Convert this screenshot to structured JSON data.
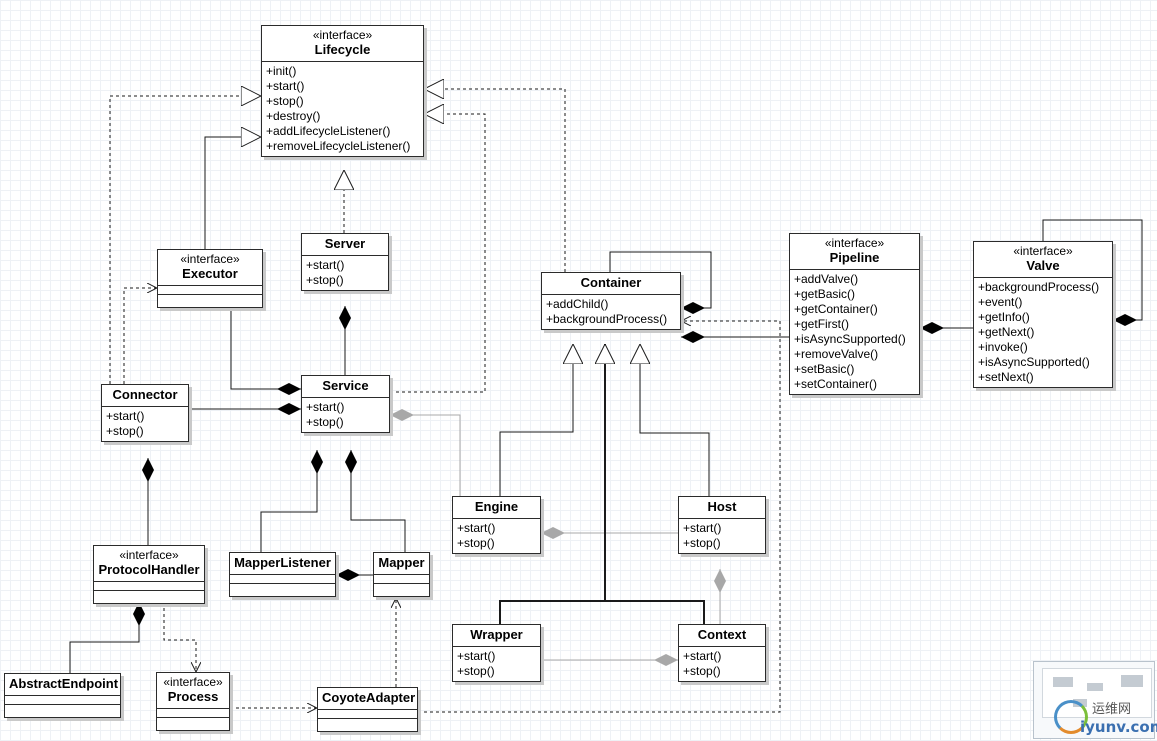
{
  "classes": [
    {
      "id": "lifecycle",
      "stereotype": "«interface»",
      "name": "Lifecycle",
      "attrs": false,
      "ops": [
        "+init()",
        "+start()",
        "+stop()",
        "+destroy()",
        "+addLifecycleListener()",
        "+removeLifecycleListener()"
      ]
    },
    {
      "id": "executor",
      "stereotype": "«interface»",
      "name": "Executor",
      "attrs": true,
      "ops": []
    },
    {
      "id": "server",
      "stereotype": "",
      "name": "Server",
      "attrs": false,
      "ops": [
        "+start()",
        "+stop()"
      ]
    },
    {
      "id": "container",
      "stereotype": "",
      "name": "Container",
      "attrs": false,
      "ops": [
        "+addChild()",
        "+backgroundProcess()"
      ]
    },
    {
      "id": "pipeline",
      "stereotype": "«interface»",
      "name": "Pipeline",
      "attrs": false,
      "ops": [
        "+addValve()",
        "+getBasic()",
        "+getContainer()",
        "+getFirst()",
        "+isAsyncSupported()",
        "+removeValve()",
        "+setBasic()",
        "+setContainer()"
      ]
    },
    {
      "id": "valve",
      "stereotype": "«interface»",
      "name": "Valve",
      "attrs": false,
      "ops": [
        "+backgroundProcess()",
        "+event()",
        "+getInfo()",
        "+getNext()",
        "+invoke()",
        "+isAsyncSupported()",
        "+setNext()"
      ]
    },
    {
      "id": "connector",
      "stereotype": "",
      "name": "Connector",
      "attrs": false,
      "ops": [
        "+start()",
        "+stop()"
      ]
    },
    {
      "id": "service",
      "stereotype": "",
      "name": "Service",
      "attrs": false,
      "ops": [
        "+start()",
        "+stop()"
      ]
    },
    {
      "id": "engine",
      "stereotype": "",
      "name": "Engine",
      "attrs": false,
      "ops": [
        "+start()",
        "+stop()"
      ]
    },
    {
      "id": "host",
      "stereotype": "",
      "name": "Host",
      "attrs": false,
      "ops": [
        "+start()",
        "+stop()"
      ]
    },
    {
      "id": "protocolhandler",
      "stereotype": "«interface»",
      "name": "ProtocolHandler",
      "attrs": true,
      "ops": []
    },
    {
      "id": "mapperlistener",
      "stereotype": "",
      "name": "MapperListener",
      "attrs": true,
      "ops": []
    },
    {
      "id": "mapper",
      "stereotype": "",
      "name": "Mapper",
      "attrs": true,
      "ops": []
    },
    {
      "id": "wrapper",
      "stereotype": "",
      "name": "Wrapper",
      "attrs": false,
      "ops": [
        "+start()",
        "+stop()"
      ]
    },
    {
      "id": "context",
      "stereotype": "",
      "name": "Context",
      "attrs": false,
      "ops": [
        "+start()",
        "+stop()"
      ]
    },
    {
      "id": "abstractendpoint",
      "stereotype": "",
      "name": "AbstractEndpoint",
      "attrs": true,
      "ops": []
    },
    {
      "id": "process",
      "stereotype": "«interface»",
      "name": "Process",
      "attrs": true,
      "ops": []
    },
    {
      "id": "coyoteadapter",
      "stereotype": "",
      "name": "CoyoteAdapter",
      "attrs": true,
      "ops": []
    }
  ],
  "watermark": {
    "text": "运维网",
    "url": "iyunv.com"
  },
  "colors": {
    "line": "#1a1a1a",
    "grey": "#a8a8a8"
  }
}
